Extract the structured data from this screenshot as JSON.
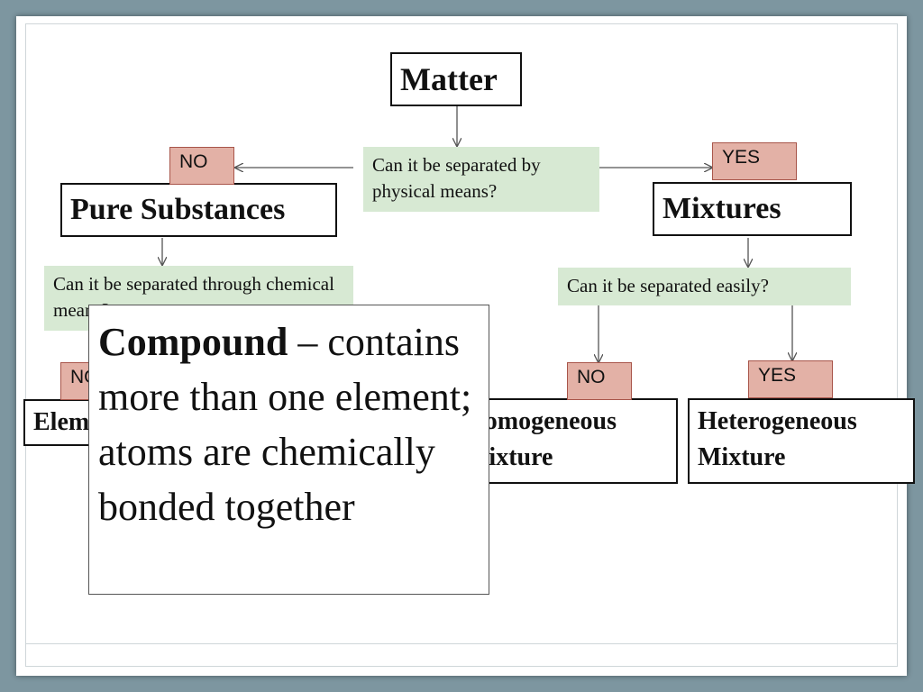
{
  "nodes": {
    "matter": "Matter",
    "pure_substances": "Pure Substances",
    "mixtures": "Mixtures",
    "elements": "Elements",
    "homogeneous": "Homogeneous Mixture",
    "heterogeneous": "Heterogeneous Mixture"
  },
  "questions": {
    "physical": "Can it be separated by physical means?",
    "chemical": "Can it be separated through chemical means?",
    "easily": "Can it be separated easily?"
  },
  "tags": {
    "no_top": "NO",
    "yes_top": "YES",
    "no_left": "NO",
    "no_right": "NO",
    "yes_right": "YES"
  },
  "popup": {
    "term": "Compound",
    "definition": " – contains more than one element; atoms are chemically bonded together"
  },
  "colors": {
    "question_fill": "#d7e9d3",
    "tag_fill": "#e3b1a6",
    "slide_border": "#7d96a0"
  }
}
